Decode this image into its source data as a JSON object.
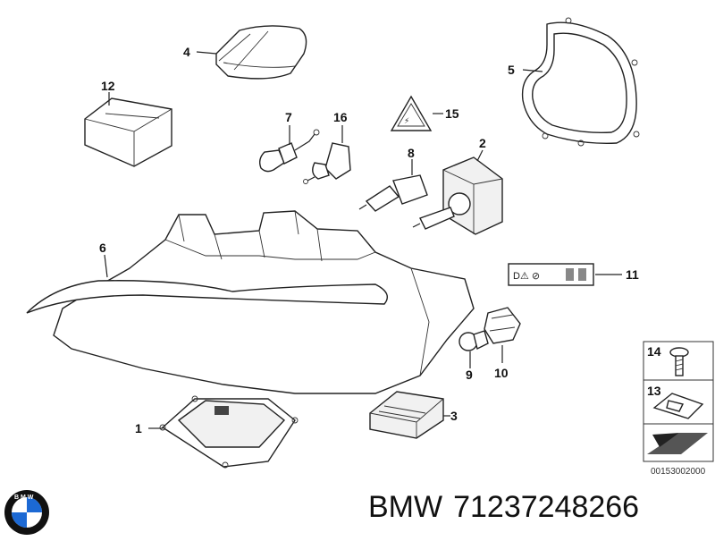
{
  "callouts": {
    "n1": "1",
    "n2": "2",
    "n3": "3",
    "n4": "4",
    "n5": "5",
    "n6": "6",
    "n7": "7",
    "n8": "8",
    "n9": "9",
    "n10": "10",
    "n11": "11",
    "n12": "12",
    "n13": "13",
    "n14": "14",
    "n15": "15",
    "n16": "16"
  },
  "diagram_code": "00153002000",
  "brand": {
    "name": "BMW",
    "part_number": "71237248266"
  },
  "icons": [
    "bmw-logo-icon",
    "warning-triangle-icon",
    "label-icons",
    "screw-icon",
    "clip-icon",
    "arrow-icon"
  ]
}
